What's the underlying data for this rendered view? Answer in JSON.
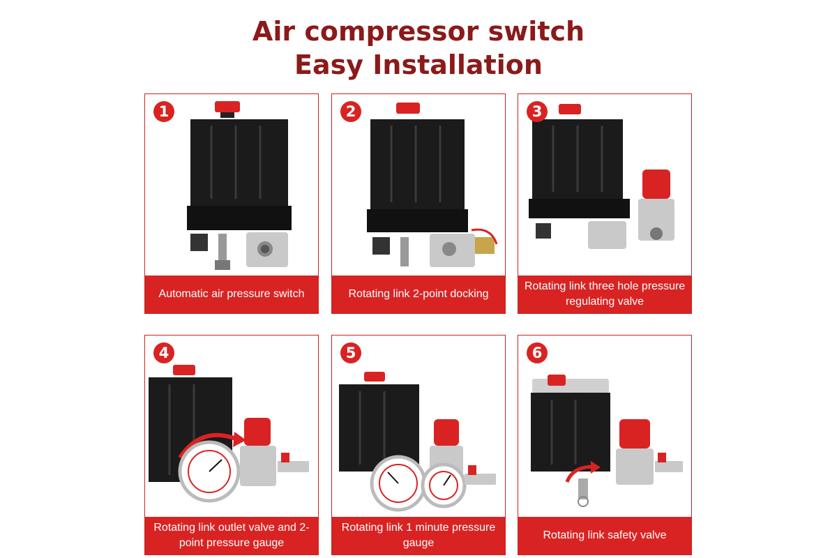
{
  "header": {
    "title_line1": "Air compressor switch",
    "title_line2": "Easy Installation"
  },
  "steps": [
    {
      "number": "1",
      "caption": "Automatic air pressure switch"
    },
    {
      "number": "2",
      "caption": "Rotating link 2-point docking"
    },
    {
      "number": "3",
      "caption": "Rotating link three hole pressure regulating valve"
    },
    {
      "number": "4",
      "caption": "Rotating link outlet valve and 2-point pressure gauge"
    },
    {
      "number": "5",
      "caption": "Rotating link 1 minute pressure gauge"
    },
    {
      "number": "6",
      "caption": "Rotating link safety valve"
    }
  ],
  "colors": {
    "accent_red": "#d92323",
    "title_red": "#8b1a1a",
    "switch_black": "#1b1b1b",
    "metal": "#c9c9c9"
  }
}
